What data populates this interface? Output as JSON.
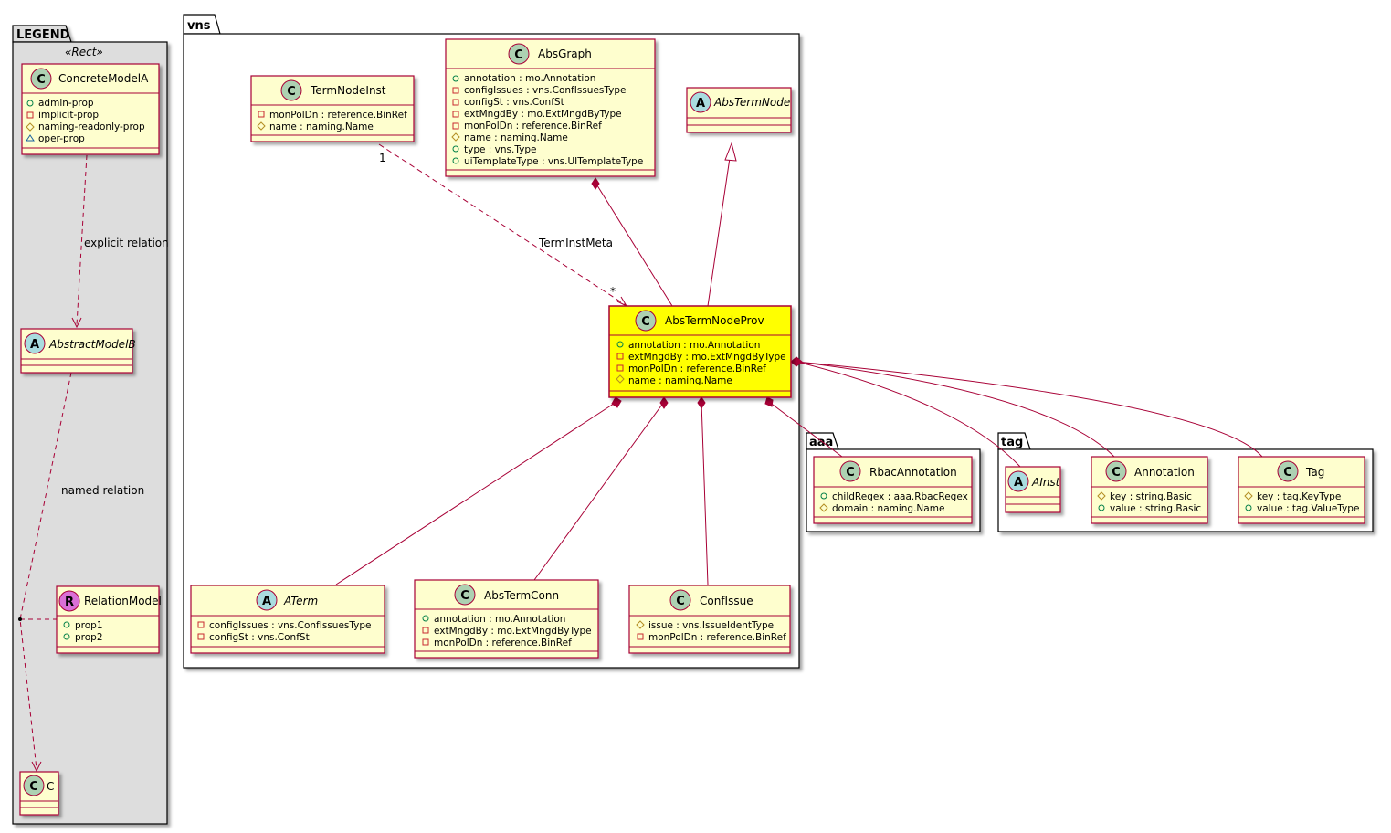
{
  "colors": {
    "class_fill": "#FEFECE",
    "class_border": "#A80036",
    "highlight_fill": "#FFFF00",
    "legend_fill": "#DDDDDD",
    "line": "#A80036",
    "badge_class": "#ADD1B2",
    "badge_abstract": "#A9DCDF",
    "badge_relation": "#DA70D6"
  },
  "packages": {
    "legend": "LEGEND",
    "vns": "vns",
    "aaa": "aaa",
    "tag": "tag"
  },
  "legend": {
    "stereotype": "«Rect»",
    "concrete_name": "ConcreteModelA",
    "concrete_attrs": [
      "admin-prop",
      "implicit-prop",
      "naming-readonly-prop",
      "oper-prop"
    ],
    "abstract_name": "AbstractModelB",
    "relation_name": "RelationModel",
    "relation_attrs": [
      "prop1",
      "prop2"
    ],
    "c_name": "C",
    "explicit_relation": "explicit relation",
    "named_relation": "named relation"
  },
  "classes": {
    "term_node_inst": {
      "name": "TermNodeInst",
      "attrs": [
        "monPolDn : reference.BinRef",
        "name : naming.Name"
      ]
    },
    "abs_graph": {
      "name": "AbsGraph",
      "attrs": [
        "annotation : mo.Annotation",
        "configIssues : vns.ConfIssuesType",
        "configSt : vns.ConfSt",
        "extMngdBy : mo.ExtMngdByType",
        "monPolDn : reference.BinRef",
        "name : naming.Name",
        "type : vns.Type",
        "uiTemplateType : vns.UITemplateType"
      ]
    },
    "abs_term_node": {
      "name": "AbsTermNode"
    },
    "abs_term_node_prov": {
      "name": "AbsTermNodeProv",
      "attrs": [
        "annotation : mo.Annotation",
        "extMngdBy : mo.ExtMngdByType",
        "monPolDn : reference.BinRef",
        "name : naming.Name"
      ]
    },
    "a_term": {
      "name": "ATerm",
      "attrs": [
        "configIssues : vns.ConfIssuesType",
        "configSt : vns.ConfSt"
      ]
    },
    "abs_term_conn": {
      "name": "AbsTermConn",
      "attrs": [
        "annotation : mo.Annotation",
        "extMngdBy : mo.ExtMngdByType",
        "monPolDn : reference.BinRef"
      ]
    },
    "conf_issue": {
      "name": "ConfIssue",
      "attrs": [
        "issue : vns.IssueIdentType",
        "monPolDn : reference.BinRef"
      ]
    },
    "rbac_annotation": {
      "name": "RbacAnnotation",
      "attrs": [
        "childRegex : aaa.RbacRegex",
        "domain : naming.Name"
      ]
    },
    "a_inst": {
      "name": "AInst"
    },
    "annotation": {
      "name": "Annotation",
      "attrs": [
        "key : string.Basic",
        "value : string.Basic"
      ]
    },
    "tag": {
      "name": "Tag",
      "attrs": [
        "key : tag.KeyType",
        "value : tag.ValueType"
      ]
    }
  },
  "relations": {
    "term_inst_meta": "TermInstMeta",
    "mult_one": "1",
    "mult_many": "*"
  },
  "badges": {
    "class": "C",
    "abstract": "A",
    "relation": "R"
  }
}
